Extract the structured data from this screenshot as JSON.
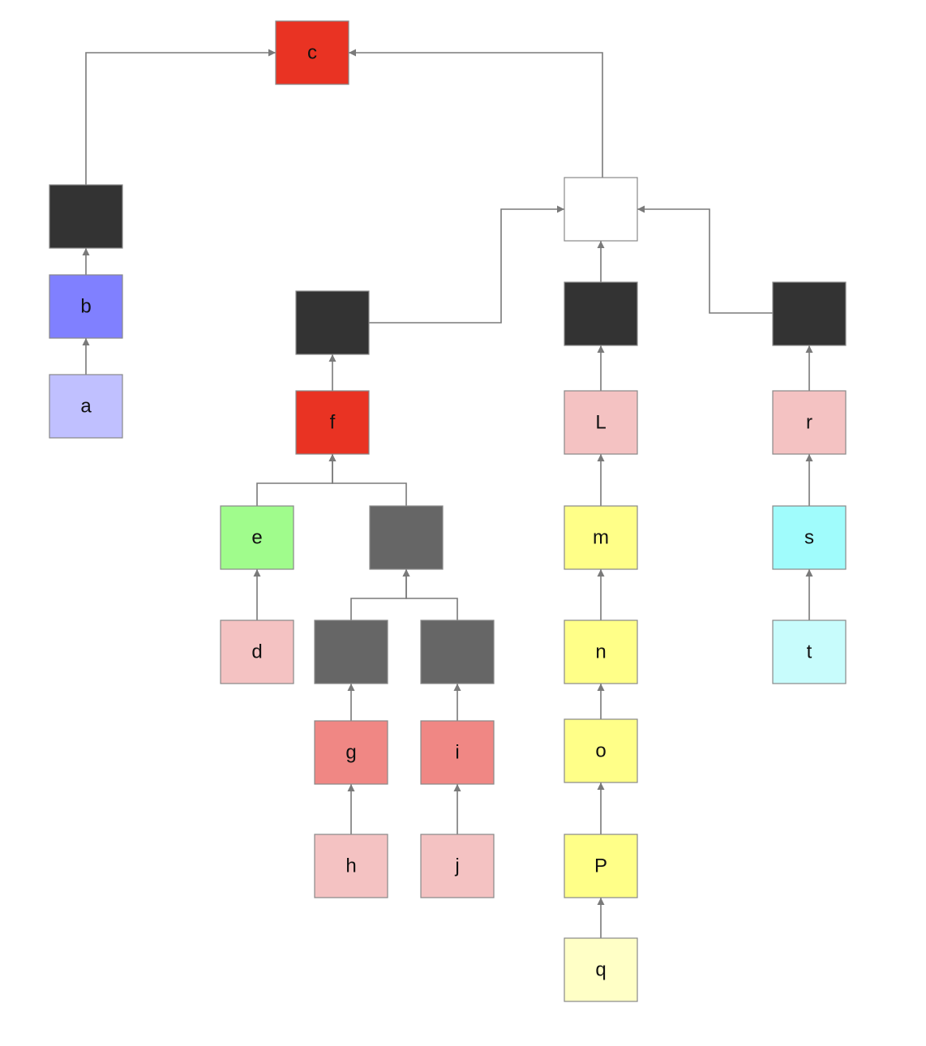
{
  "nodes": [
    {
      "id": "c",
      "label": "c",
      "color": "#e93323"
    },
    {
      "id": "n_abdark",
      "label": "",
      "color": "#333333"
    },
    {
      "id": "b",
      "label": "b",
      "color": "#8080ff"
    },
    {
      "id": "a",
      "label": "a",
      "color": "#c0c0ff"
    },
    {
      "id": "n_white",
      "label": "",
      "color": "#ffffff"
    },
    {
      "id": "n_fdark",
      "label": "",
      "color": "#333333"
    },
    {
      "id": "f",
      "label": "f",
      "color": "#e93323"
    },
    {
      "id": "e",
      "label": "e",
      "color": "#a0fc8c"
    },
    {
      "id": "d",
      "label": "d",
      "color": "#f4c2c2"
    },
    {
      "id": "n_ghgray",
      "label": "",
      "color": "#666666"
    },
    {
      "id": "n_ggray",
      "label": "",
      "color": "#666666"
    },
    {
      "id": "n_igray",
      "label": "",
      "color": "#666666"
    },
    {
      "id": "g",
      "label": "g",
      "color": "#f08784"
    },
    {
      "id": "h",
      "label": "h",
      "color": "#f4c2c2"
    },
    {
      "id": "i",
      "label": "i",
      "color": "#f08784"
    },
    {
      "id": "j",
      "label": "j",
      "color": "#f4c2c2"
    },
    {
      "id": "n_ldark",
      "label": "",
      "color": "#333333"
    },
    {
      "id": "L",
      "label": "L",
      "color": "#f4c2c2"
    },
    {
      "id": "m",
      "label": "m",
      "color": "#ffff88"
    },
    {
      "id": "n",
      "label": "n",
      "color": "#ffff88"
    },
    {
      "id": "o",
      "label": "o",
      "color": "#ffff88"
    },
    {
      "id": "P",
      "label": "P",
      "color": "#ffff88"
    },
    {
      "id": "q",
      "label": "q",
      "color": "#ffffc6"
    },
    {
      "id": "n_rdark",
      "label": "",
      "color": "#333333"
    },
    {
      "id": "r",
      "label": "r",
      "color": "#f4c2c2"
    },
    {
      "id": "s",
      "label": "s",
      "color": "#a0fcfc"
    },
    {
      "id": "t",
      "label": "t",
      "color": "#c8fcfc"
    }
  ],
  "edges": [
    {
      "from": "n_abdark",
      "to": "c"
    },
    {
      "from": "b",
      "to": "n_abdark"
    },
    {
      "from": "a",
      "to": "b"
    },
    {
      "from": "n_white",
      "to": "c"
    },
    {
      "from": "n_fdark",
      "to": "n_white"
    },
    {
      "from": "f",
      "to": "n_fdark"
    },
    {
      "from": "e",
      "to": "f"
    },
    {
      "from": "n_ghgray",
      "to": "f"
    },
    {
      "from": "d",
      "to": "e"
    },
    {
      "from": "n_ggray",
      "to": "n_ghgray"
    },
    {
      "from": "n_igray",
      "to": "n_ghgray"
    },
    {
      "from": "g",
      "to": "n_ggray"
    },
    {
      "from": "h",
      "to": "g"
    },
    {
      "from": "i",
      "to": "n_igray"
    },
    {
      "from": "j",
      "to": "i"
    },
    {
      "from": "n_ldark",
      "to": "n_white"
    },
    {
      "from": "L",
      "to": "n_ldark"
    },
    {
      "from": "m",
      "to": "L"
    },
    {
      "from": "n",
      "to": "m"
    },
    {
      "from": "o",
      "to": "n"
    },
    {
      "from": "P",
      "to": "o"
    },
    {
      "from": "q",
      "to": "P"
    },
    {
      "from": "n_rdark",
      "to": "n_white"
    },
    {
      "from": "r",
      "to": "n_rdark"
    },
    {
      "from": "s",
      "to": "r"
    },
    {
      "from": "t",
      "to": "s"
    }
  ],
  "edge_color": "#7a7a7a",
  "node_border_color": "#888888"
}
